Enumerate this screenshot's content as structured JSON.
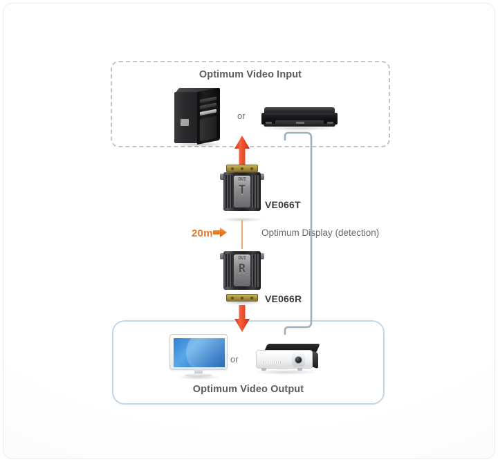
{
  "diagram": {
    "input_zone": {
      "title": "Optimum Video Input",
      "or_label": "or",
      "devices": [
        {
          "name": "computer-tower",
          "type": "pc"
        },
        {
          "name": "dvd-player",
          "type": "media-player"
        }
      ]
    },
    "output_zone": {
      "title": "Optimum Video Output",
      "or_label": "or",
      "devices": [
        {
          "name": "lcd-monitor",
          "type": "display"
        },
        {
          "name": "projector",
          "type": "projector"
        }
      ]
    },
    "transmitter": {
      "label": "VE066T",
      "marking_letter": "T",
      "marking_code": "DVI"
    },
    "receiver": {
      "label": "VE066R",
      "marking_letter": "R",
      "marking_code": "DVI"
    },
    "distance": {
      "label": "20m"
    },
    "detection": {
      "label": "Optimum Display (detection)"
    },
    "colors": {
      "arrow_red": "#e8492a",
      "distance_orange": "#e8761f",
      "cable_orange": "#e8a96a",
      "detection_line": "#9fb0bb",
      "input_border": "#b9c6ce",
      "output_border": "#c3d7e6",
      "title_text": "#5b5b5b"
    }
  }
}
